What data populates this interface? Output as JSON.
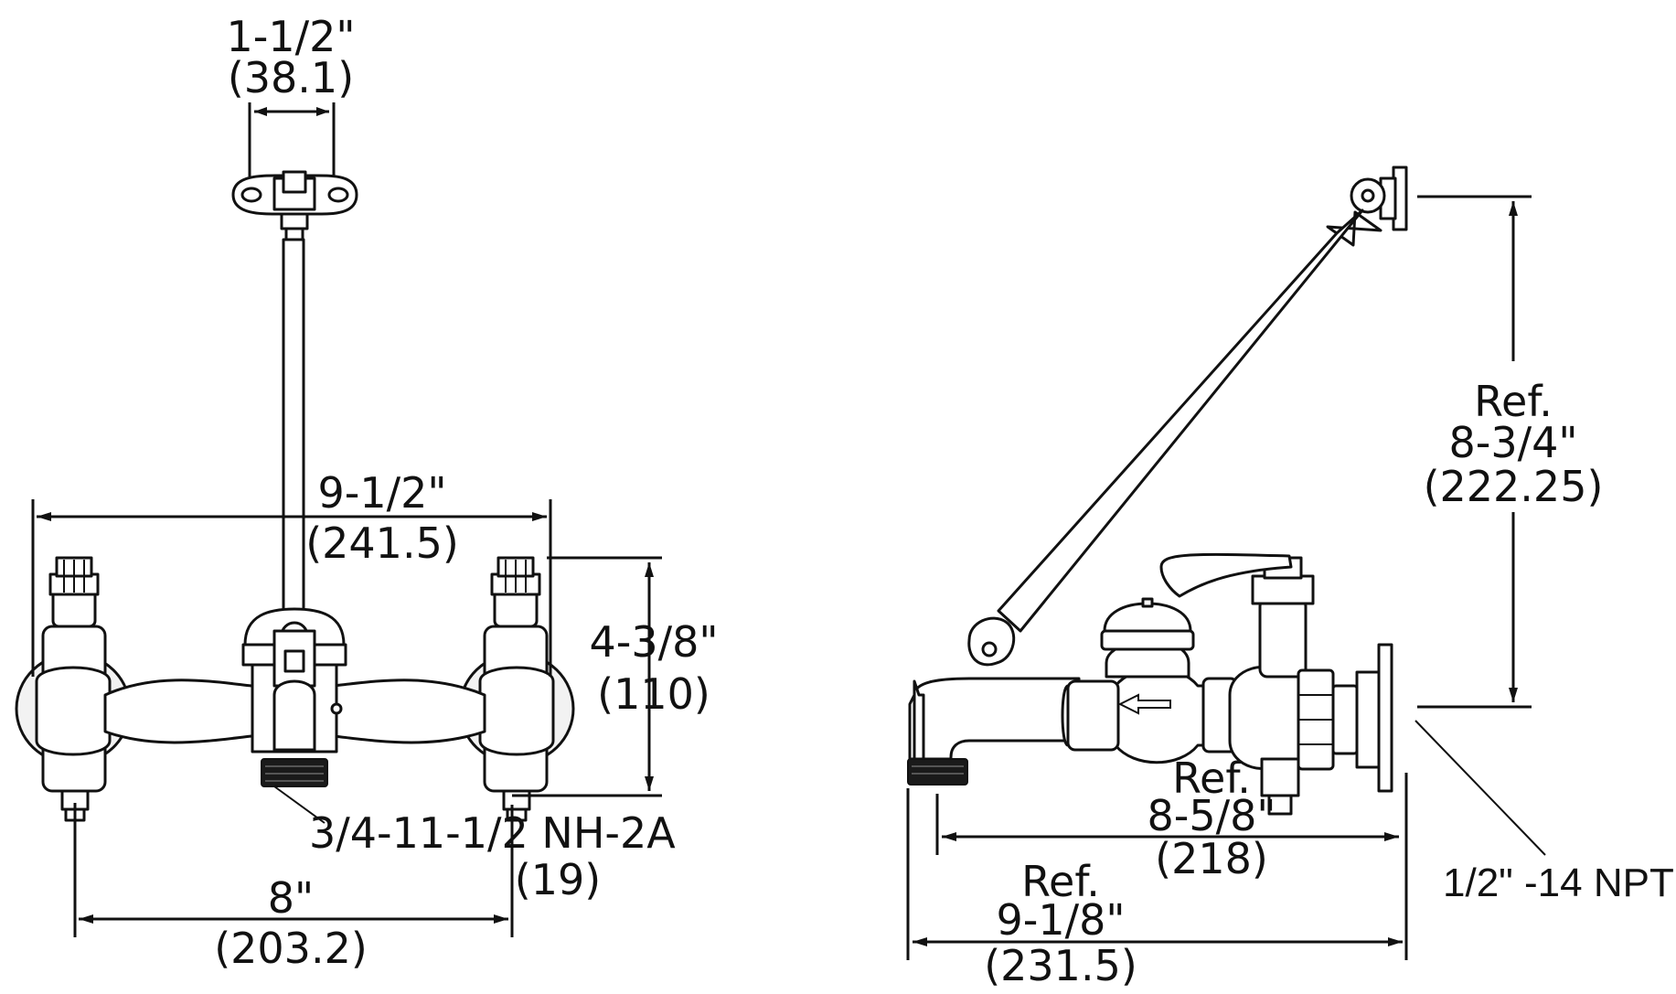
{
  "front_view": {
    "mount_spacing": {
      "imperial": "1-1/2\"",
      "metric": "(38.1)"
    },
    "overall_width": {
      "imperial": "9-1/2\"",
      "metric": "(241.5)"
    },
    "height": {
      "imperial": "4-3/8\"",
      "metric": "(110)"
    },
    "hose_thread": {
      "thread": "3/4-11-1/2 NH-2A",
      "metric": "(19)"
    },
    "inlet_centers": {
      "imperial": "8\"",
      "metric": "(203.2)"
    }
  },
  "side_view": {
    "brace_height": {
      "ref": "Ref.",
      "imperial": "8-3/4\"",
      "metric": "(222.25)"
    },
    "spout_projection": {
      "ref": "Ref.",
      "imperial": "8-5/8\"",
      "metric": "(218)"
    },
    "overall_projection": {
      "ref": "Ref.",
      "imperial": "9-1/8\"",
      "metric": "(231.5)"
    },
    "inlet_thread": "1/2\" -14 NPT"
  }
}
